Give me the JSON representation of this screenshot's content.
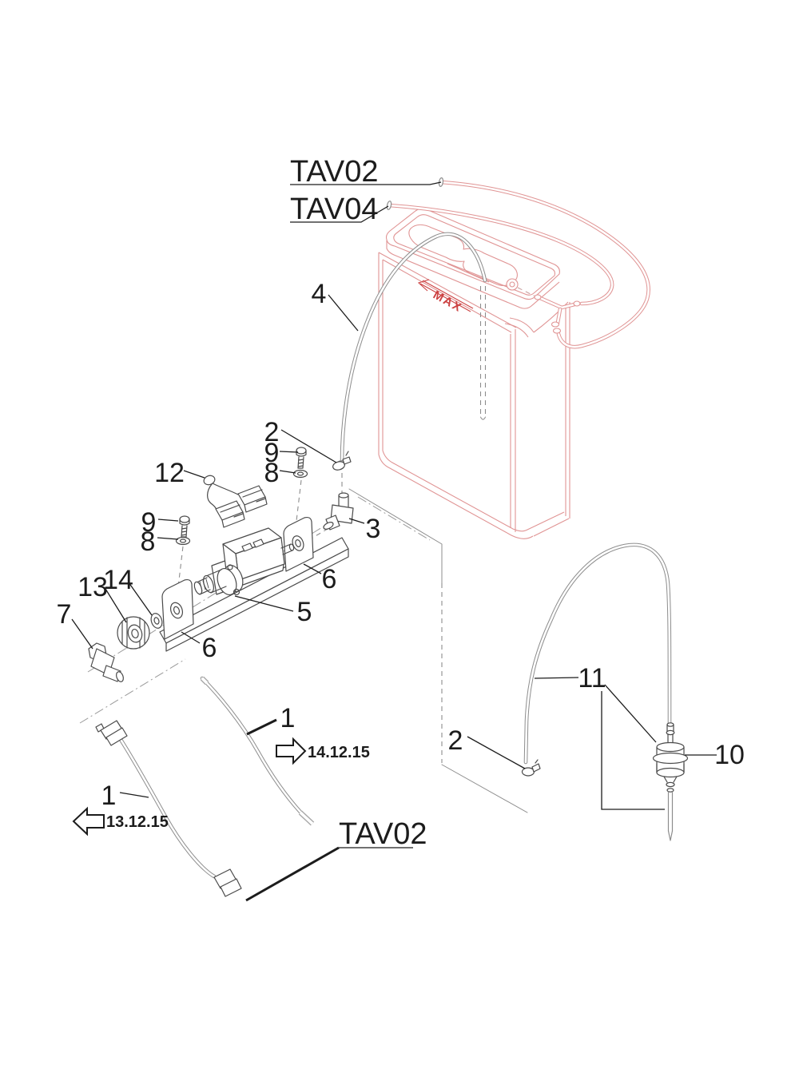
{
  "labels": {
    "tav02_top": "TAV02",
    "tav04_top": "TAV04",
    "tav02_bottom": "TAV02",
    "max": "MAX",
    "date_right": "14.12.15",
    "date_left": "13.12.15"
  },
  "callouts": {
    "1": "1",
    "2": "2",
    "3": "3",
    "4": "4",
    "5": "5",
    "6": "6",
    "7": "7",
    "8": "8",
    "9": "9",
    "10": "10",
    "11": "11",
    "12": "12",
    "13": "13",
    "14": "14"
  },
  "colors": {
    "tank_line": "#e09494",
    "max_red": "#cc4242",
    "part_line": "#4a4a4a",
    "tube_line": "#8d8d8d",
    "label_text": "#1c1c1c",
    "background": "#ffffff"
  }
}
